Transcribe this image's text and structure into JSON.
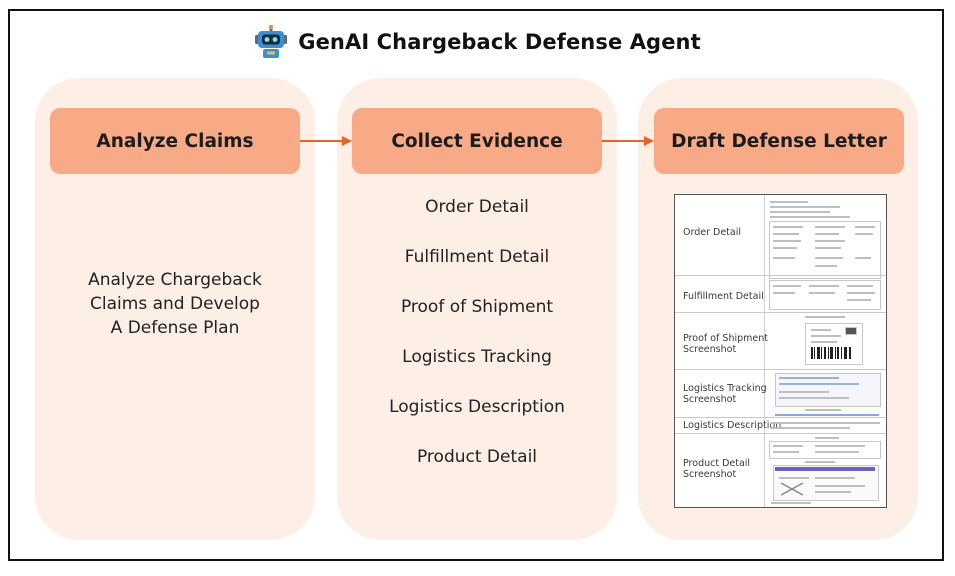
{
  "header": {
    "title": "GenAI Chargeback Defense Agent",
    "icon": "robot-icon"
  },
  "stages": [
    {
      "title": "Analyze Claims"
    },
    {
      "title": "Collect Evidence"
    },
    {
      "title": "Draft Defense Letter"
    }
  ],
  "analyze": {
    "description_lines": [
      "Analyze Chargeback",
      "Claims and Develop",
      "A Defense Plan"
    ]
  },
  "evidence_items": [
    "Order Detail",
    "Fulfillment Detail",
    "Proof of Shipment",
    "Logistics Tracking",
    "Logistics Description",
    "Product Detail"
  ],
  "letter_sections": [
    [
      "Order Detail"
    ],
    [
      "Fulfillment Detail"
    ],
    [
      "Proof of Shipment",
      "Screenshot"
    ],
    [
      "Logistics Tracking",
      "Screenshot"
    ],
    [
      "Logistics Description"
    ],
    [
      "Product Detail",
      "Screenshot"
    ]
  ],
  "colors": {
    "column_bg": "#fdeee6",
    "header_bg": "#f8aa87",
    "arrow": "#e8622c",
    "frame": "#111111"
  }
}
